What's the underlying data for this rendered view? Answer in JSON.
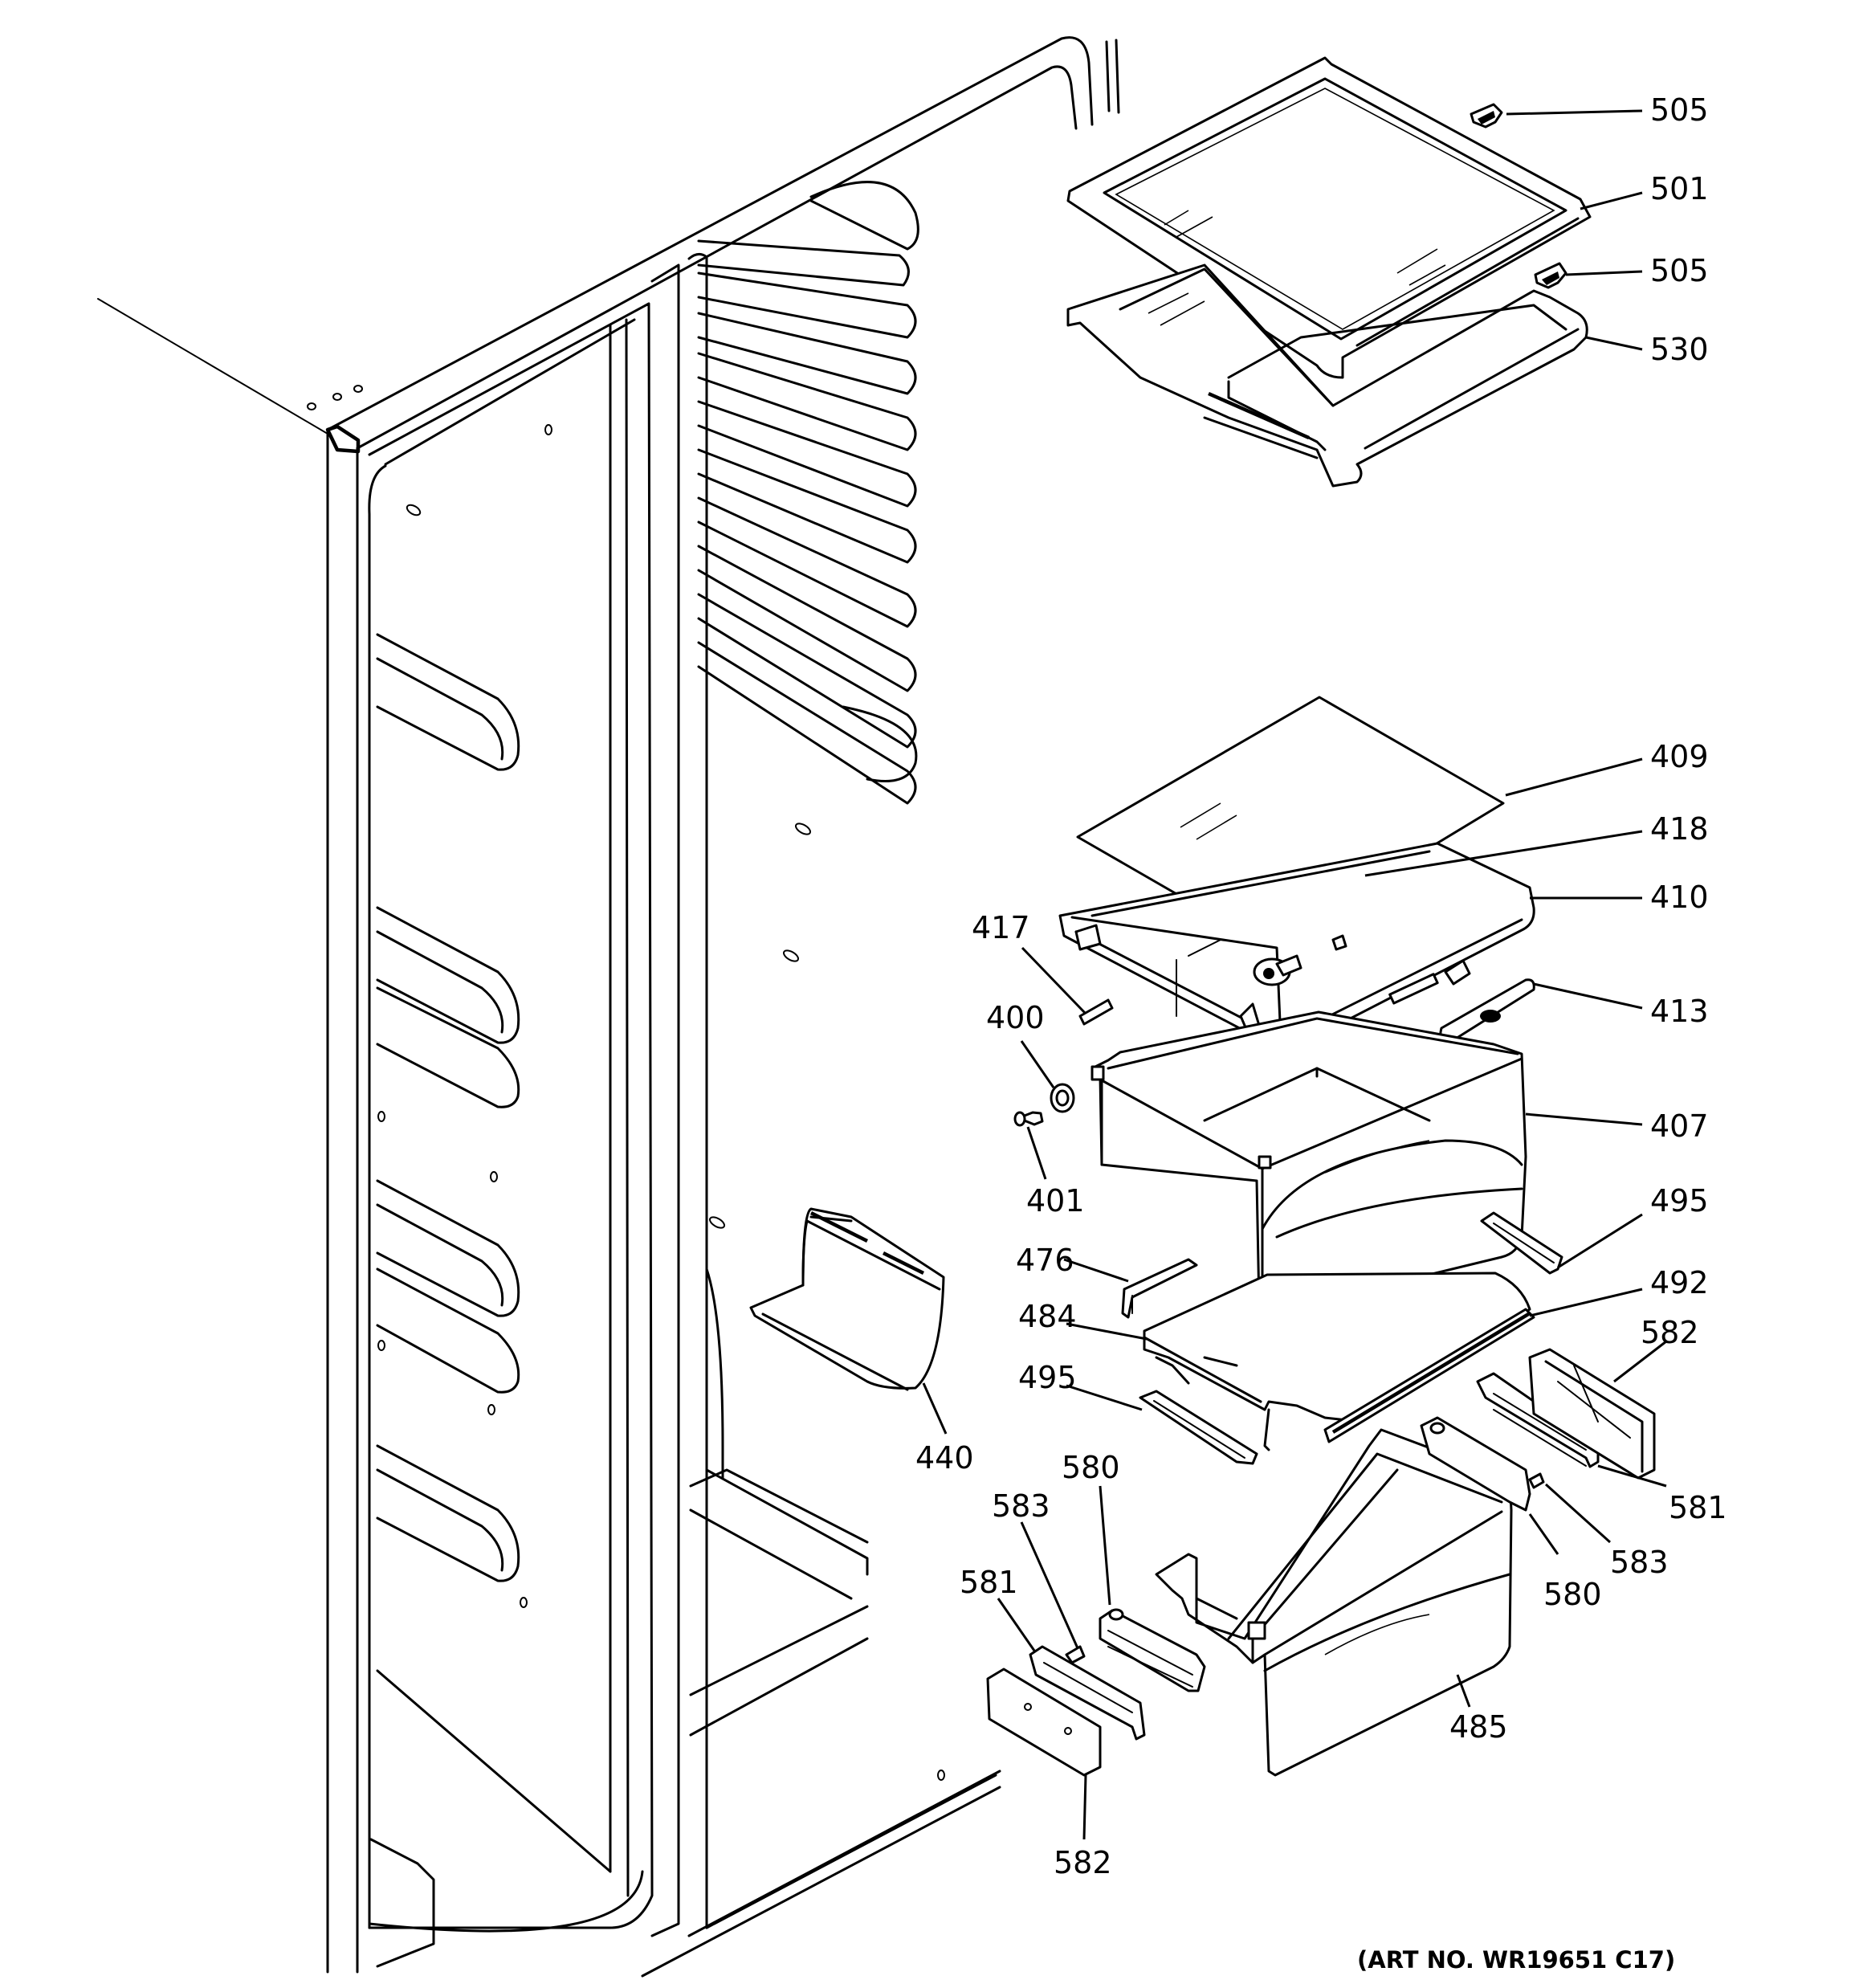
{
  "art_number": "(ART NO. WR19651 C17)",
  "callouts": [
    {
      "id": "c505a",
      "text": "505"
    },
    {
      "id": "c501",
      "text": "501"
    },
    {
      "id": "c505b",
      "text": "505"
    },
    {
      "id": "c530",
      "text": "530"
    },
    {
      "id": "c409",
      "text": "409"
    },
    {
      "id": "c418",
      "text": "418"
    },
    {
      "id": "c410",
      "text": "410"
    },
    {
      "id": "c417",
      "text": "417"
    },
    {
      "id": "c413",
      "text": "413"
    },
    {
      "id": "c400",
      "text": "400"
    },
    {
      "id": "c407",
      "text": "407"
    },
    {
      "id": "c401",
      "text": "401"
    },
    {
      "id": "c495a",
      "text": "495"
    },
    {
      "id": "c476",
      "text": "476"
    },
    {
      "id": "c492",
      "text": "492"
    },
    {
      "id": "c484",
      "text": "484"
    },
    {
      "id": "c582a",
      "text": "582"
    },
    {
      "id": "c495b",
      "text": "495"
    },
    {
      "id": "c440",
      "text": "440"
    },
    {
      "id": "c580a",
      "text": "580"
    },
    {
      "id": "c581a",
      "text": "581"
    },
    {
      "id": "c583a",
      "text": "583"
    },
    {
      "id": "c583b",
      "text": "583"
    },
    {
      "id": "c580b",
      "text": "580"
    },
    {
      "id": "c581b",
      "text": "581"
    },
    {
      "id": "c485",
      "text": "485"
    },
    {
      "id": "c582b",
      "text": "582"
    }
  ]
}
